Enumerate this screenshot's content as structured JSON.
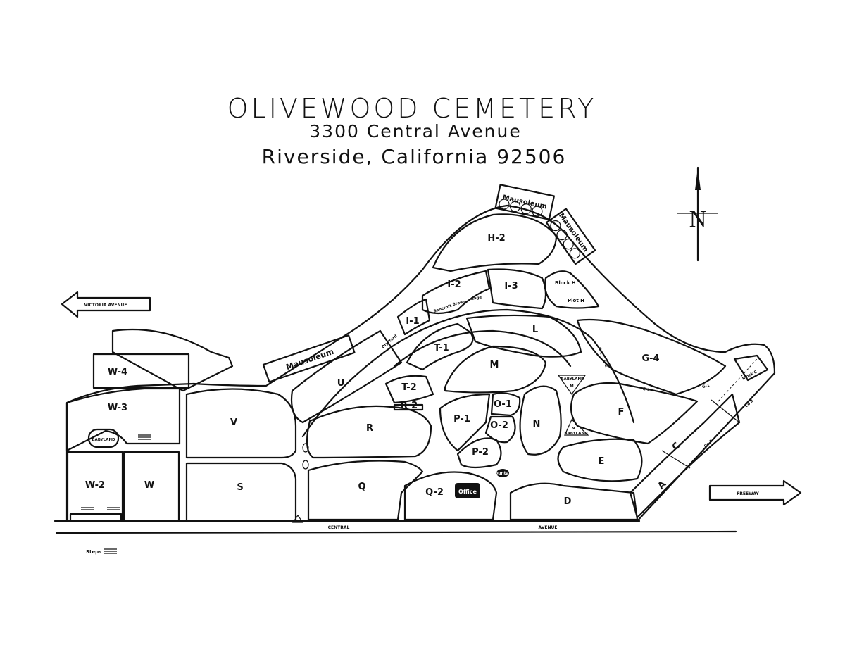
{
  "title": {
    "name": "OLIVEWOOD CEMETERY",
    "street": "3300 Central Avenue",
    "city": "Riverside, California 92506"
  },
  "compass": {
    "label": "N"
  },
  "arrows": {
    "west": "VICTORIA AVENUE",
    "east": "FREEWAY"
  },
  "streets": {
    "central_left": "CENTRAL",
    "central_right": "AVENUE"
  },
  "buildings": {
    "mausoleum_top": "Mausoleum",
    "mausoleum_right": "Mausoleum",
    "mausoleum_left": "Mausoleum",
    "office": "Office",
    "fountain": "Fountain"
  },
  "sections": {
    "h2": "H-2",
    "i2": "I-2",
    "i3": "I-3",
    "i1": "I-1",
    "l": "L",
    "g4": "G-4",
    "t1": "T-1",
    "m": "M",
    "u": "U",
    "t2": "T-2",
    "r2": "R-2",
    "o1": "O-1",
    "o2": "O-2",
    "p1": "P-1",
    "p2": "P-2",
    "n": "N",
    "f": "F",
    "e": "E",
    "w4": "W-4",
    "w3": "W-3",
    "v": "V",
    "r": "R",
    "w2": "W-2",
    "w": "W",
    "s": "S",
    "q": "Q",
    "q2": "Q-2",
    "d": "D",
    "a": "A",
    "c": "C"
  },
  "small_labels": {
    "block_h": "Block H",
    "plot_h": "Plot H",
    "block_c": "Block C",
    "bancroft": "Bancroft",
    "brown": "Brown",
    "gage": "Gage",
    "dryr": "Dry Yard",
    "babyland_left": "BABYLAND",
    "babyland_n": "BABYLAND",
    "babyland_m": "BABYLAND",
    "n_small": "N",
    "m_small": "M",
    "g1": "G-1",
    "g2a": "G-2",
    "g2b": "G-2",
    "g1b": "G-1",
    "co_a": "Co A",
    "co_b": "Co B",
    "steps": "Steps"
  }
}
